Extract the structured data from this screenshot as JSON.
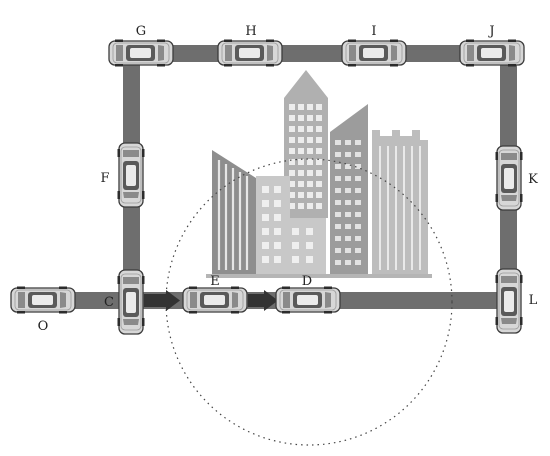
{
  "diagram": {
    "node_labels": {
      "G": "G",
      "H": "H",
      "I": "I",
      "J": "J",
      "F": "F",
      "K": "K",
      "O": "O",
      "C": "C",
      "E": "E",
      "D": "D",
      "L": "L"
    },
    "colors": {
      "road": "#6e6e6e",
      "building_dark": "#8e8e8e",
      "building_mid": "#adadad",
      "building_light": "#c8c8c8",
      "car_body": "#d7d7d7",
      "car_outline": "#3c3c3c",
      "arrow": "#333333",
      "coverage_circle": "#444444"
    },
    "cars": [
      {
        "id": "G",
        "orientation": "horizontal"
      },
      {
        "id": "H",
        "orientation": "horizontal"
      },
      {
        "id": "I",
        "orientation": "horizontal"
      },
      {
        "id": "J",
        "orientation": "horizontal"
      },
      {
        "id": "F",
        "orientation": "vertical"
      },
      {
        "id": "K",
        "orientation": "vertical"
      },
      {
        "id": "O",
        "orientation": "horizontal"
      },
      {
        "id": "C",
        "orientation": "vertical"
      },
      {
        "id": "E",
        "orientation": "horizontal"
      },
      {
        "id": "D",
        "orientation": "horizontal"
      },
      {
        "id": "L",
        "orientation": "vertical"
      }
    ],
    "arrows": [
      {
        "from": "C",
        "to": "E",
        "icon": "right-arrow-icon"
      },
      {
        "from": "E",
        "to": "D",
        "icon": "right-arrow-icon"
      }
    ],
    "center_graphic": "city-buildings-icon",
    "coverage": "dotted-circle"
  }
}
